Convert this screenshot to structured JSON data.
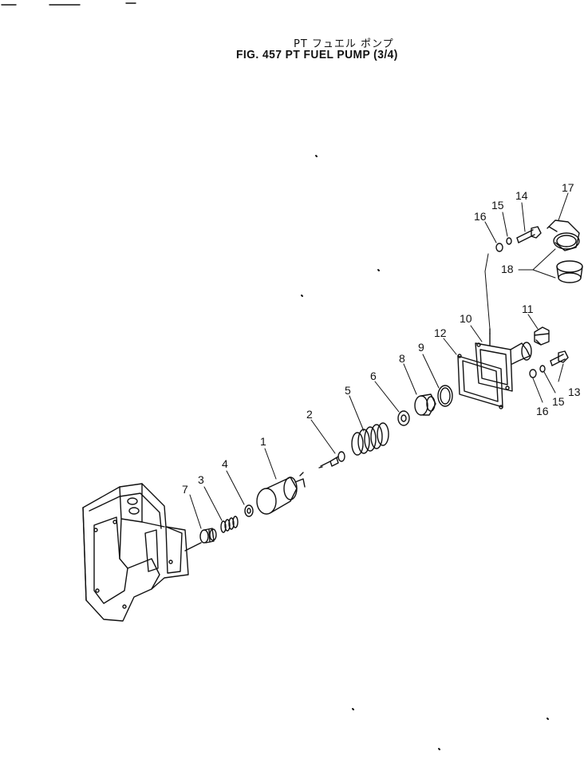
{
  "header": {
    "title_jp": "PT フュエル ポンプ",
    "title_en": "FIG. 457  PT FUEL PUMP  (3/4)"
  },
  "callouts": [
    {
      "id": "c1",
      "label": "1"
    },
    {
      "id": "c2",
      "label": "2"
    },
    {
      "id": "c3",
      "label": "3"
    },
    {
      "id": "c4",
      "label": "4"
    },
    {
      "id": "c5",
      "label": "5"
    },
    {
      "id": "c6",
      "label": "6"
    },
    {
      "id": "c7",
      "label": "7"
    },
    {
      "id": "c8",
      "label": "8"
    },
    {
      "id": "c9",
      "label": "9"
    },
    {
      "id": "c10",
      "label": "10"
    },
    {
      "id": "c11",
      "label": "11"
    },
    {
      "id": "c12",
      "label": "12"
    },
    {
      "id": "c13",
      "label": "13"
    },
    {
      "id": "c14",
      "label": "14"
    },
    {
      "id": "c15a",
      "label": "15"
    },
    {
      "id": "c15b",
      "label": "15"
    },
    {
      "id": "c16a",
      "label": "16"
    },
    {
      "id": "c16b",
      "label": "16"
    },
    {
      "id": "c17",
      "label": "17"
    },
    {
      "id": "c18",
      "label": "18"
    }
  ]
}
